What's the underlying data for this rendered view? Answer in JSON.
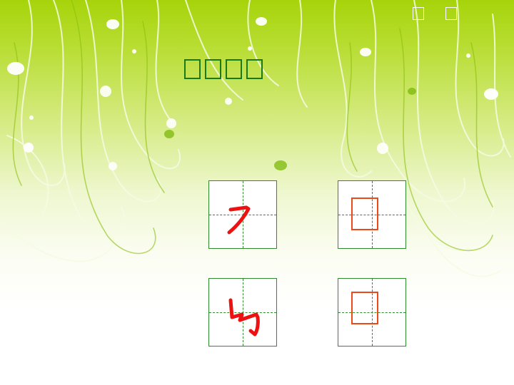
{
  "corner_glyphs": [
    "missing-glyph",
    "missing-glyph"
  ],
  "title_glyphs": [
    "missing-glyph",
    "missing-glyph",
    "missing-glyph",
    "missing-glyph"
  ],
  "colors": {
    "stroke_red": "#ee1111",
    "grid_green": "#2e8b2e",
    "missing_box": "#e84a1a",
    "title_box": "#1a7a1a"
  },
  "stroke_cells": [
    {
      "name": "stroke-heng-zhe-pie-cell",
      "stroke": "heng-zhe-pie"
    },
    {
      "name": "stroke-shu-zhe-zhe-gou-cell",
      "stroke": "shu-zhe-zhe-gou"
    }
  ],
  "glyph_cells": [
    {
      "name": "character-cell-1",
      "glyph": "missing-glyph"
    },
    {
      "name": "character-cell-2",
      "glyph": "missing-glyph"
    }
  ]
}
